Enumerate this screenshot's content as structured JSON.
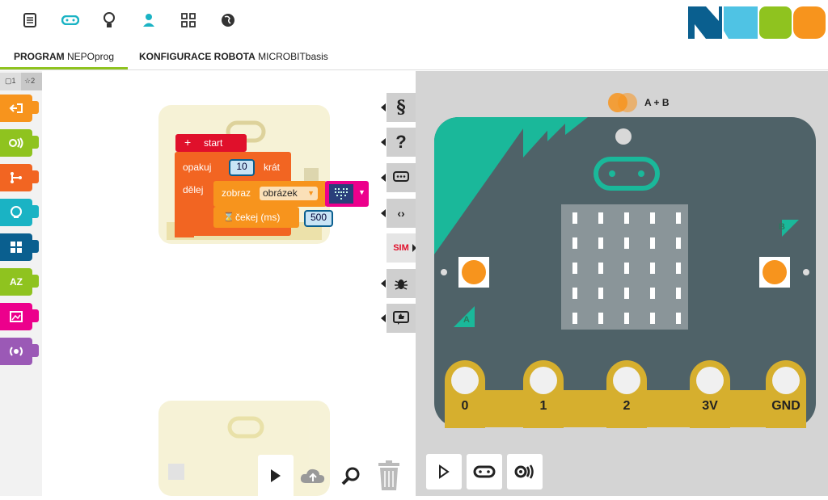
{
  "header": {
    "icons": [
      "document-icon",
      "robot-icon",
      "lightbulb-icon",
      "user-icon",
      "grid-icon",
      "globe-icon"
    ],
    "logo_colors": [
      "#0a5f8f",
      "#4fc3e4",
      "#8fc31f",
      "#f7941d"
    ]
  },
  "tabs": [
    {
      "bold": "PROGRAM",
      "label": "NEPOprog"
    },
    {
      "bold": "KONFIGURACE ROBOTA",
      "label": "MICROBITbasis"
    }
  ],
  "toolbox": {
    "level1": "▢1",
    "level2": "☆2",
    "categories": [
      {
        "name": "actions",
        "color": "#f7941d",
        "icon": "action-icon"
      },
      {
        "name": "sensors",
        "color": "#8fc31f",
        "icon": "sensor-icon"
      },
      {
        "name": "control",
        "color": "#f26522",
        "icon": "control-icon"
      },
      {
        "name": "logic",
        "color": "#1ab3c4",
        "icon": "logic-icon"
      },
      {
        "name": "math",
        "color": "#0a5f8f",
        "icon": "math-icon"
      },
      {
        "name": "text",
        "color": "#8fc31f",
        "icon": "text-icon"
      },
      {
        "name": "images",
        "color": "#ec008c",
        "icon": "image-icon"
      },
      {
        "name": "messages",
        "color": "#9b59b6",
        "icon": "message-icon"
      }
    ]
  },
  "program": {
    "start": "start",
    "repeat": "opakuj",
    "repeat_count": "10",
    "times": "krát",
    "do": "dělej",
    "show": "zobraz",
    "show_type": "obrázek",
    "wait": "čekej (ms)",
    "wait_value": "500"
  },
  "side_buttons": [
    "code-icon",
    "help-icon",
    "info-icon",
    "source-icon",
    "SIM",
    "debug-icon",
    "feedback-icon"
  ],
  "sim": {
    "button_label": "A + B",
    "button_b": "B",
    "button_a": "A",
    "pins": [
      "0",
      "1",
      "2",
      "3V",
      "GND"
    ],
    "board_color": "#4f6268",
    "edge_color": "#1ab89a",
    "led_grid": [
      5,
      5
    ]
  },
  "workspace_buttons": [
    "run-icon",
    "upload-icon",
    "zoom-icon",
    "trash-icon"
  ],
  "sim_buttons": [
    "play-icon",
    "robot-icon",
    "sensor-icon"
  ]
}
